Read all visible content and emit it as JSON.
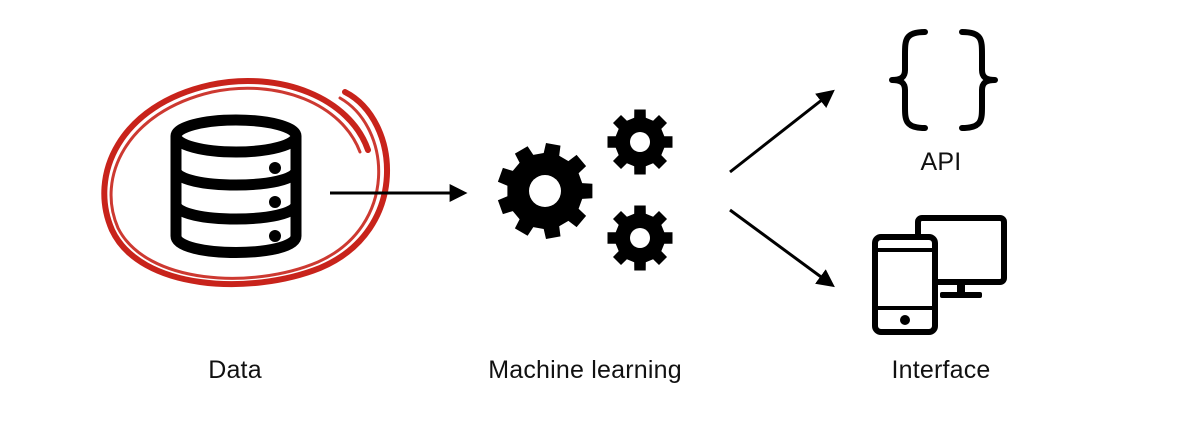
{
  "labels": {
    "data": "Data",
    "machine_learning": "Machine learning",
    "api": "API",
    "interface": "Interface"
  },
  "colors": {
    "highlight": "#c8231b",
    "ink": "#000000",
    "background": "#ffffff"
  },
  "icons": {
    "data": "database-icon",
    "machine_learning": "gears-icon",
    "api": "curly-braces-icon",
    "interface": "devices-icon"
  }
}
